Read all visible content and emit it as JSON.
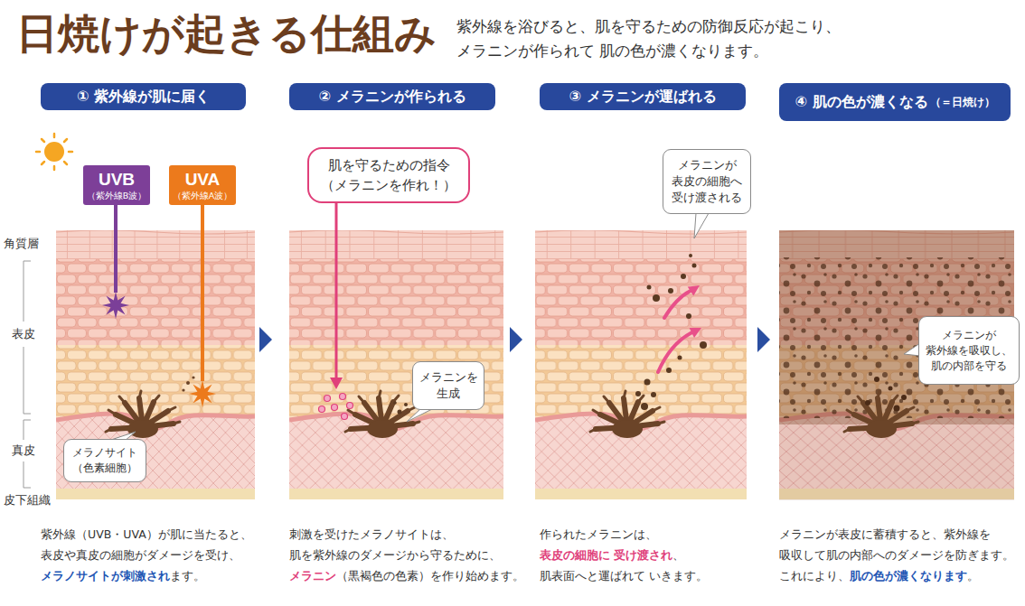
{
  "diagram": {
    "title": "日焼けが起きる仕組み",
    "caption": "紫外線を浴びると、肌を守るための防御反応が起こり、メラニンが作られて 肌の色が濃くなります。",
    "nodes": [
      {
        "text": [
          "① 紫外線が肌に届く"
        ]
      },
      {
        "text": [
          "UVB",
          "（紫外線B波）"
        ]
      },
      {
        "text": [
          "UVA",
          "（紫外線A波）"
        ]
      },
      {
        "text": [
          "メラノサイト",
          "（色素細胞）"
        ]
      },
      {
        "text": [
          "② メラニンが作られる"
        ]
      },
      {
        "text": [
          "肌を守るための指令",
          "（メラニンを作れ！）"
        ]
      },
      {
        "text": [
          "メラニンを 生成"
        ]
      },
      {
        "text": [
          "③ メラニンが運ばれる"
        ]
      },
      {
        "text": [
          "メラニンが 表皮の細胞へ 受け渡される"
        ]
      },
      {
        "text": [
          "④ 肌の色が濃くなる",
          "（＝日焼け）"
        ]
      },
      {
        "text": [
          "メラニンが 紫外線を吸収し、 肌の内部を守る"
        ]
      }
    ],
    "labels": [
      "角質層",
      "表皮",
      "真皮",
      "皮下組織",
      "紫外線（UVB・UVA）が肌に当たると、 表皮や真皮の細胞がダメージを受け、",
      "メラノサイトが刺激され",
      "ます。",
      "刺激を受けたメラノサイトは、 肌を紫外線のダメージから守るために、",
      "メラニン",
      "（黒褐色の色素）を作り始めます。",
      "作られたメラニンは、",
      "表皮の細胞に 受け渡され",
      "、肌表面へと運ばれて いきます。",
      "メラニンが表皮に蓄積すると、紫外線を 吸収して肌の内部へのダメージを防ぎます。",
      "これにより、",
      "肌の色が濃くなります",
      "。"
    ]
  }
}
